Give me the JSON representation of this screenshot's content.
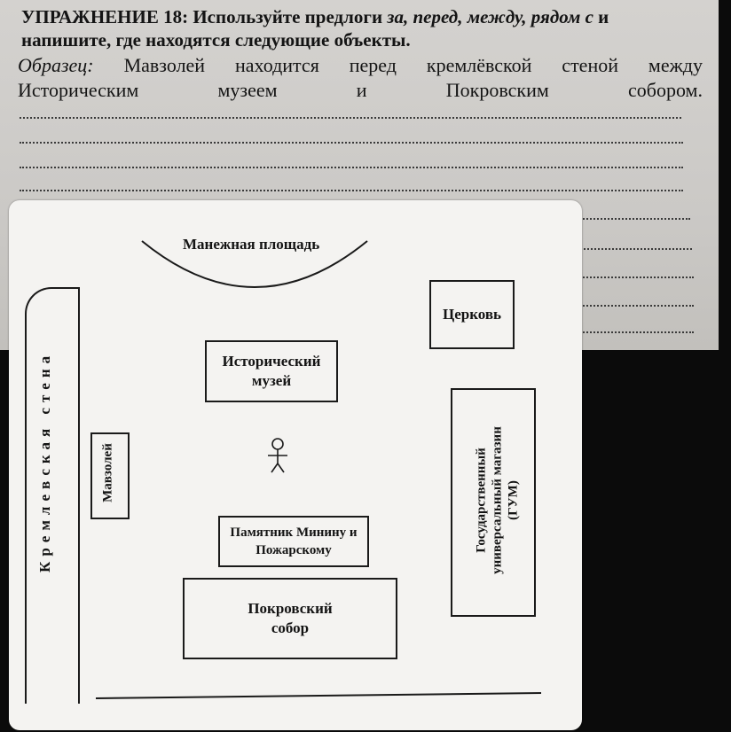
{
  "exercise": {
    "title_line1_a": "УПРАЖНЕНИЕ 18: Используйте предлоги ",
    "title_prepositions": "за, перед, между, рядом с",
    "title_line1_b": " и",
    "title_line2": "напишите, где находятся следующие объекты.",
    "sample_label": "Образец:",
    "sample_line1": "Мавзолей находится перед кремлёвской стеной между",
    "sample_line2_words": [
      "Историческим",
      "музеем",
      "и",
      "Покровским",
      "собором."
    ]
  },
  "map": {
    "manezh_label": "Манежная площадь",
    "church_label": "Церковь",
    "museum_label": "Исторический музей",
    "mausoleum_label": "Мавзолей",
    "monument_label": "Памятник Минину и Пожарскому",
    "cathedral_label": "Покровский собор",
    "kremlin_wall_label": "Кремлевская стена",
    "gum_line1": "Государственный",
    "gum_line2": "универсальный магазин",
    "gum_line3": "(ГУМ)"
  },
  "colors": {
    "page": "#cfcdca",
    "card": "#f4f3f1",
    "ink": "#141414",
    "background": "#0b0b0b"
  }
}
